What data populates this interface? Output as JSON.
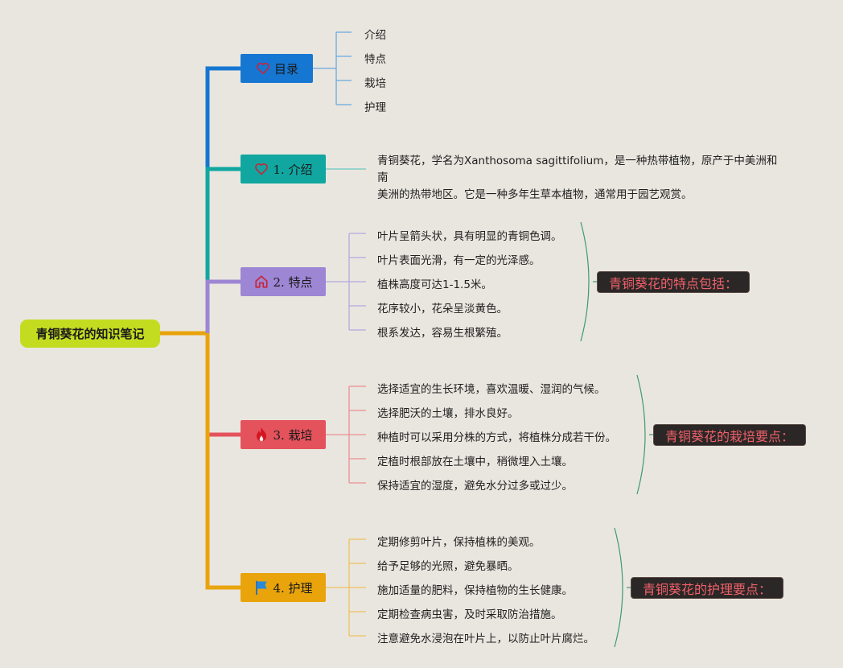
{
  "root": {
    "title": "青铜葵花的知识笔记"
  },
  "branches": [
    {
      "id": "toc",
      "label": "目录",
      "icon": "heart-icon",
      "color": "#1677d2",
      "items": [
        "介绍",
        "特点",
        "栽培",
        "护理"
      ]
    },
    {
      "id": "intro",
      "label": "1. 介绍",
      "icon": "heart-icon",
      "color": "#11a7a0",
      "paragraph": [
        "青铜葵花，学名为Xanthosoma sagittifolium，是一种热带植物，原产于中美洲和南",
        "美洲的热带地区。它是一种多年生草本植物，通常用于园艺观赏。"
      ]
    },
    {
      "id": "features",
      "label": "2. 特点",
      "icon": "house-icon",
      "color": "#9d86d4",
      "items": [
        "叶片呈箭头状，具有明显的青铜色调。",
        "叶片表面光滑，有一定的光泽感。",
        "植株高度可达1-1.5米。",
        "花序较小，花朵呈淡黄色。",
        "根系发达，容易生根繁殖。"
      ],
      "summary": "青铜葵花的特点包括："
    },
    {
      "id": "cultivation",
      "label": "3. 栽培",
      "icon": "fire-icon",
      "color": "#e4525c",
      "items": [
        "选择适宜的生长环境，喜欢温暖、湿润的气候。",
        "选择肥沃的土壤，排水良好。",
        "种植时可以采用分株的方式，将植株分成若干份。",
        "定植时根部放在土壤中，稍微埋入土壤。",
        "保持适宜的湿度，避免水分过多或过少。"
      ],
      "summary": "青铜葵花的栽培要点："
    },
    {
      "id": "care",
      "label": "4. 护理",
      "icon": "flag-icon",
      "color": "#e9a40c",
      "items": [
        "定期修剪叶片，保持植株的美观。",
        "给予足够的光照，避免暴晒。",
        "施加适量的肥料，保持植物的生长健康。",
        "定期检查病虫害，及时采取防治措施。",
        "注意避免水浸泡在叶片上，以防止叶片腐烂。"
      ],
      "summary": "青铜葵花的护理要点："
    }
  ]
}
